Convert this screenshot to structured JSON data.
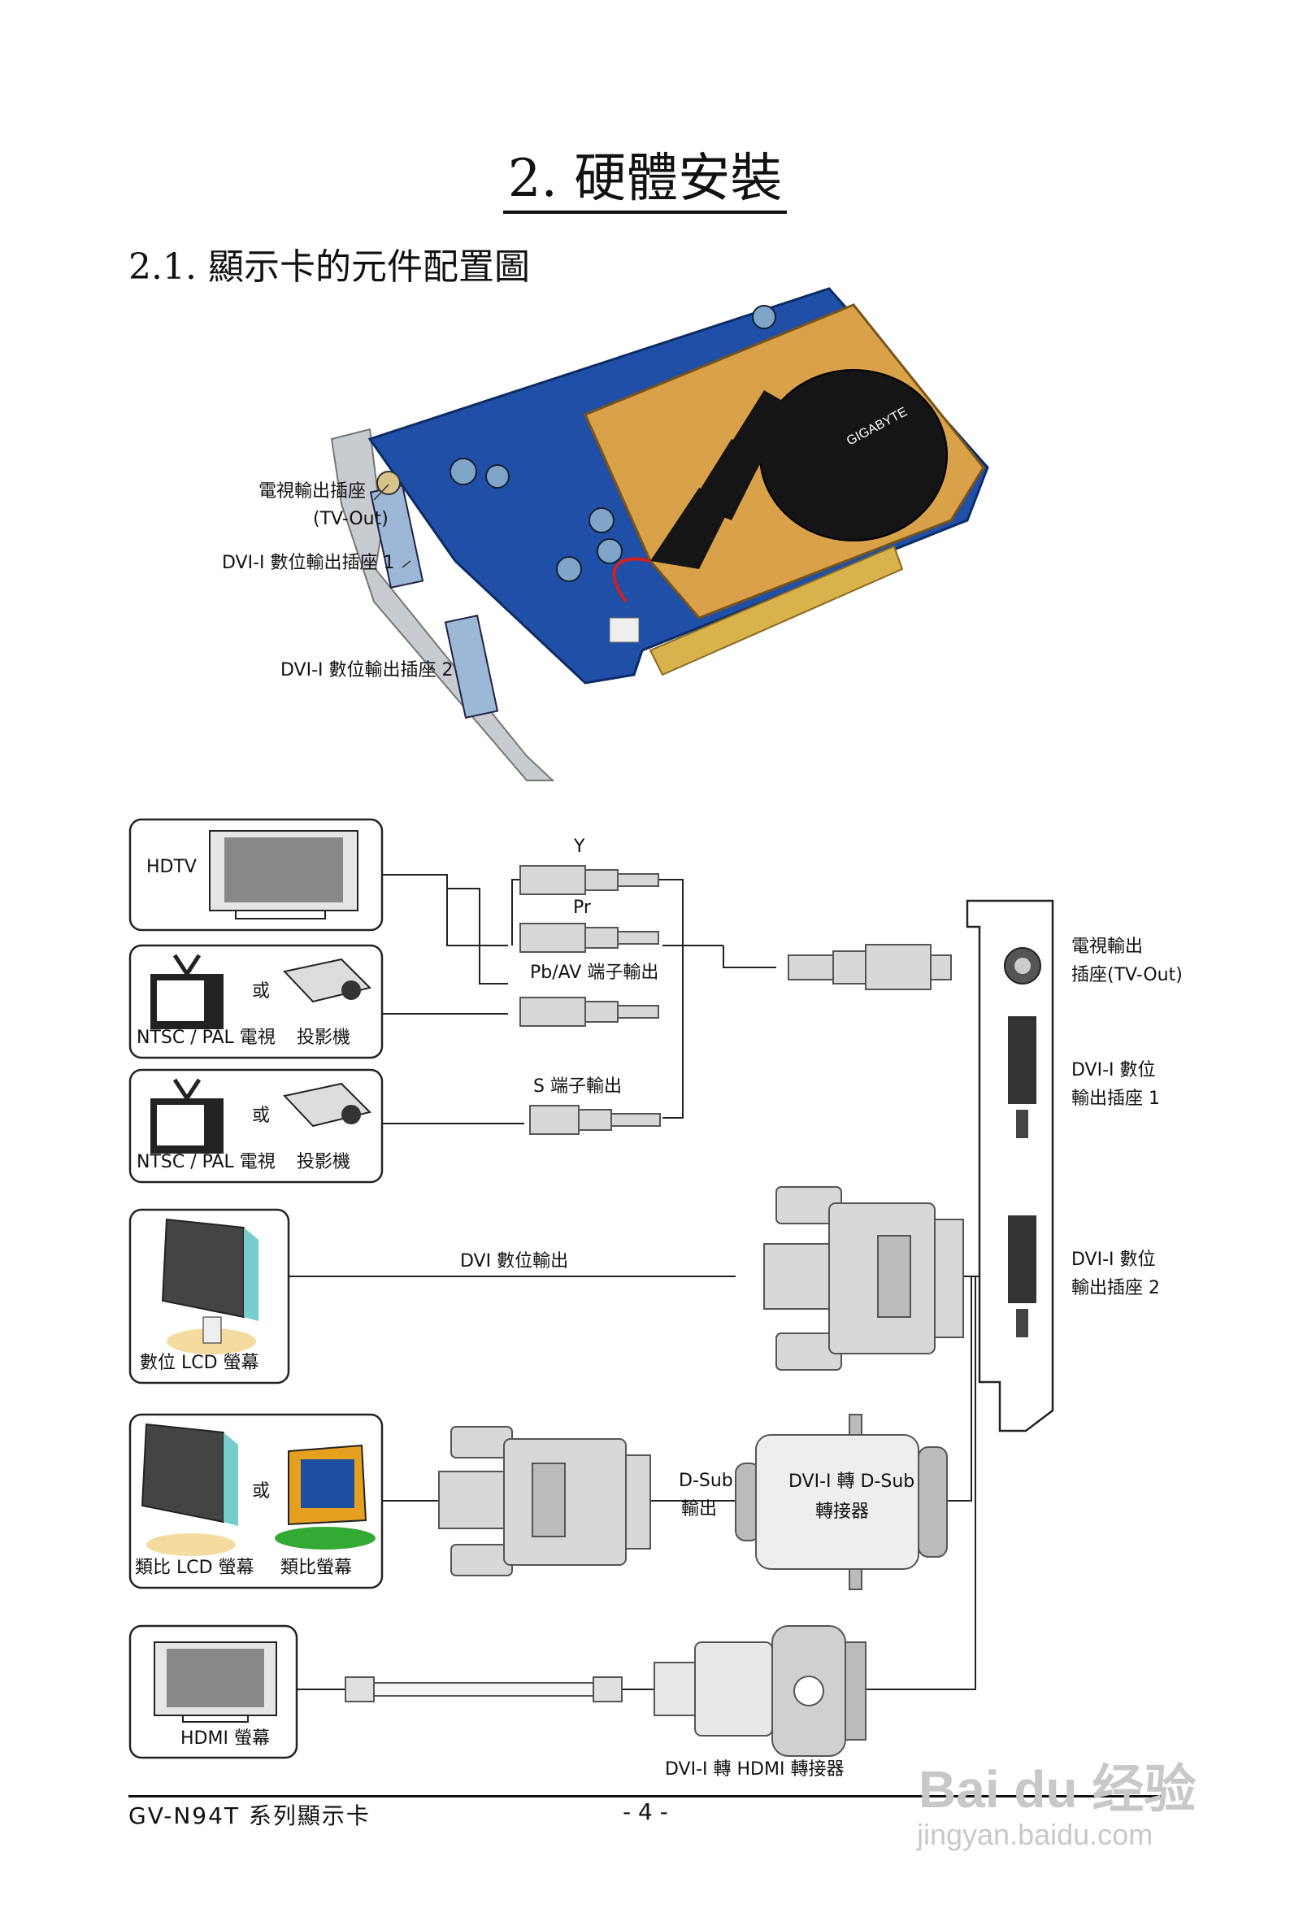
{
  "title": "2. 硬體安裝",
  "subtitle": "2.1. 顯示卡的元件配置圖",
  "card_labels": {
    "tvout_line1": "電視輸出插座",
    "tvout_line2": "(TV-Out)",
    "dvi1": "DVI-I 數位輸出插座 1",
    "dvi2": "DVI-I 數位輸出插座 2",
    "brand": "GIGABYTE"
  },
  "devices": {
    "hdtv": "HDTV",
    "or": "或",
    "ntsc_tv": "NTSC / PAL 電視",
    "projector": "投影機",
    "digital_lcd": "數位 LCD 螢幕",
    "analog_lcd": "類比 LCD 螢幕",
    "analog_monitor": "類比螢幕",
    "hdmi_monitor": "HDMI 螢幕"
  },
  "cables": {
    "y": "Y",
    "pr": "Pr",
    "pbav": "Pb/AV 端子輸出",
    "s_video": "S 端子輸出",
    "dvi_out": "DVI 數位輸出",
    "dsub_line1": "D-Sub",
    "dsub_line2": "輸出",
    "adapter_dsub_line1": "DVI-I 轉 D-Sub",
    "adapter_dsub_line2": "轉接器",
    "adapter_hdmi": "DVI-I 轉 HDMI 轉接器"
  },
  "bracket_labels": {
    "tvout_line1": "電視輸出",
    "tvout_line2": "插座(TV-Out)",
    "dvi1_line1": "DVI-I 數位",
    "dvi1_line2": "輸出插座 1",
    "dvi2_line1": "DVI-I 數位",
    "dvi2_line2": "輸出插座 2"
  },
  "footer": {
    "model": "GV-N94T 系列顯示卡",
    "page": "- 4 -"
  },
  "watermark": {
    "brand": "Bai du 经验",
    "url": "jingyan.baidu.com"
  },
  "colors": {
    "pcb": "#1f4fa6",
    "cooler": "#d9a24a",
    "gold": "#d8b24a",
    "cable": "#d0d0d0",
    "frame": "#222222"
  }
}
